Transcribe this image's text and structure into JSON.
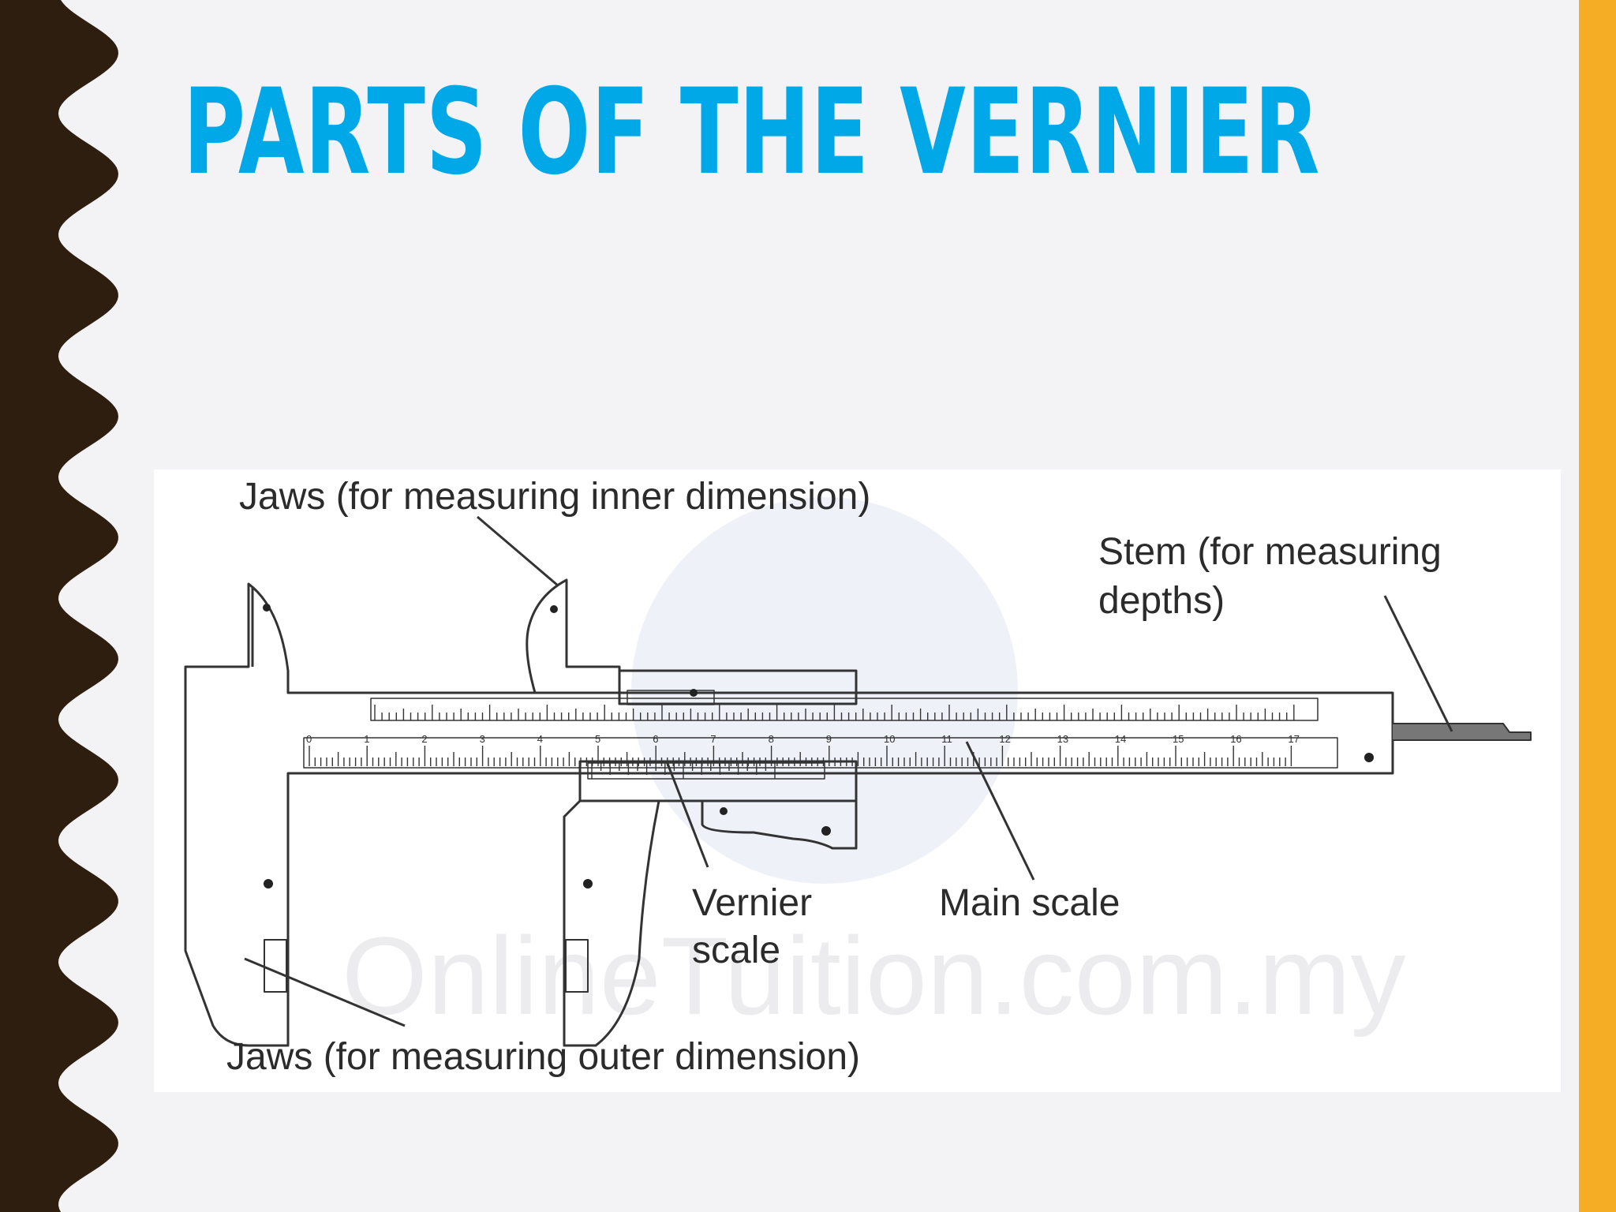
{
  "slide": {
    "title": "PARTS OF THE VERNIER",
    "colors": {
      "title": "#00a8e8",
      "background": "#f3f3f5",
      "left_border": "#2d1e0f",
      "right_bar": "#f5ad26",
      "line": "#333333"
    }
  },
  "diagram": {
    "subject": "vernier caliper",
    "labels": {
      "inner_jaws": "Jaws (for measuring inner dimension)",
      "stem_line1": "Stem (for measuring",
      "stem_line2": "depths)",
      "vernier_line1": "Vernier",
      "vernier_line2": "scale",
      "main_scale": "Main scale",
      "outer_jaws": "Jaws (for measuring outer dimension)"
    },
    "main_scale_numbers": [
      "0",
      "1",
      "2",
      "3",
      "4",
      "5",
      "6",
      "7",
      "8",
      "9",
      "10",
      "11",
      "12",
      "13",
      "14",
      "15",
      "16",
      "17"
    ],
    "watermark": "OnlineTuition.com.my",
    "icons": [
      "caliper-icon"
    ]
  }
}
